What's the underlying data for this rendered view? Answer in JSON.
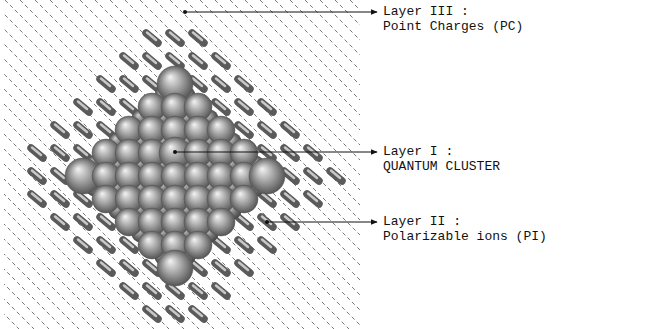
{
  "diagram": {
    "labels": [
      "Layer III : Point Charges (PC)",
      "Layer I : QUANTUM CLUSTER",
      "Layer II : Polarizable ions (PI)"
    ]
  }
}
